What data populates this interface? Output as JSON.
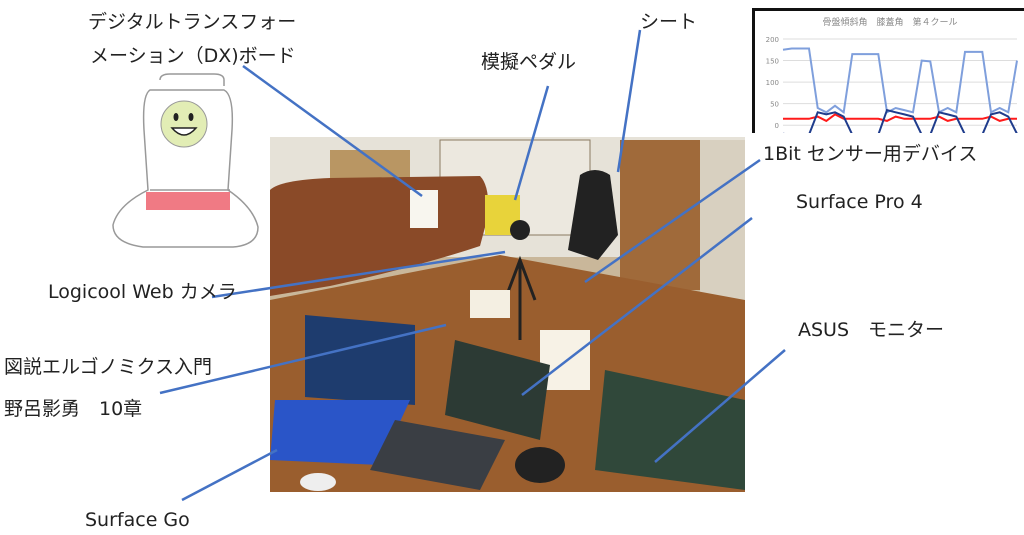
{
  "labels": {
    "dx_board_line1": "デジタルトランスフォー",
    "dx_board_line2": "メーション（DX)ボード",
    "pedal": "模擬ペダル",
    "seat": "シート",
    "sensor_device": "1Bit センサー用デバイス",
    "surface_pro": "Surface Pro 4",
    "webcam": "Logicool Web カメラ",
    "book_line1": "図説エルゴノミクス入門",
    "book_line2": "野呂影勇　10章",
    "asus_monitor": "ASUS　モニター",
    "surface_go": "Surface Go"
  },
  "colors": {
    "leader_line": "#4472c4",
    "series_light": "#7f9fdc",
    "series_red": "#ff1a1a",
    "series_dark": "#1f3c8c"
  },
  "chart_data": {
    "type": "line",
    "title": "骨盤傾斜角　膝蓋角　第４クール",
    "ylim": [
      -25,
      200
    ],
    "yticks": [
      "200",
      "150",
      "100",
      "50",
      "0"
    ],
    "grid": true,
    "series": [
      {
        "name": "light",
        "values": [
          175,
          178,
          178,
          178,
          40,
          30,
          45,
          30,
          165,
          165,
          165,
          165,
          30,
          40,
          35,
          30,
          150,
          148,
          30,
          40,
          30,
          170,
          170,
          170,
          30,
          40,
          30,
          150
        ]
      },
      {
        "name": "red",
        "values": [
          15,
          15,
          15,
          15,
          20,
          10,
          25,
          15,
          15,
          15,
          15,
          15,
          10,
          20,
          15,
          15,
          15,
          15,
          20,
          10,
          15,
          15,
          15,
          15,
          20,
          10,
          15,
          15
        ]
      },
      {
        "name": "dark",
        "values": [
          -20,
          -22,
          -22,
          -22,
          30,
          25,
          30,
          20,
          -22,
          -22,
          -22,
          -22,
          35,
          30,
          25,
          20,
          -22,
          -22,
          30,
          25,
          20,
          -22,
          -22,
          -22,
          25,
          30,
          20,
          -20
        ]
      }
    ]
  }
}
